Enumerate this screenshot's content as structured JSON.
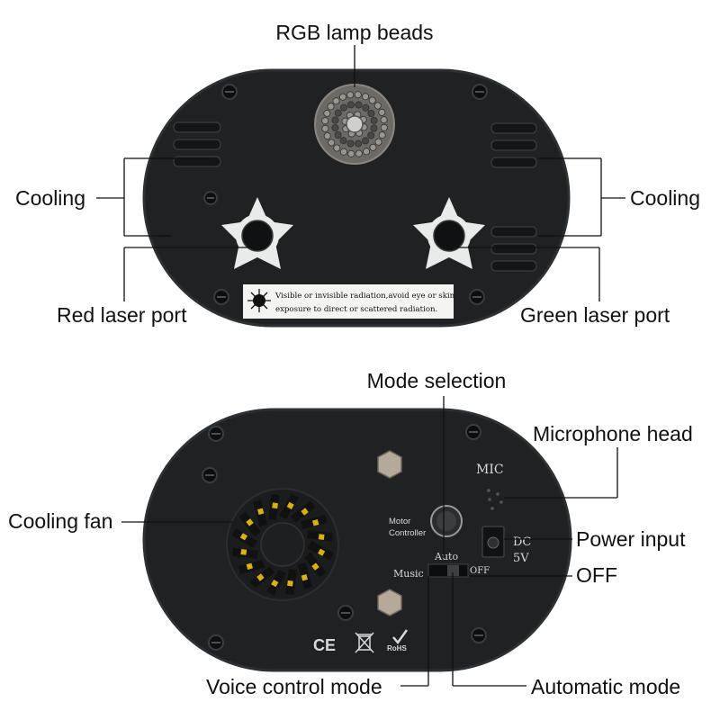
{
  "callouts": {
    "rgb_lamp_beads": "RGB lamp beads",
    "cooling_left": "Cooling",
    "cooling_right": "Cooling",
    "red_laser_port": "Red laser port",
    "green_laser_port": "Green laser port",
    "mode_selection": "Mode selection",
    "microphone_head": "Microphone head",
    "cooling_fan": "Cooling fan",
    "power_input": "Power input",
    "off": "OFF",
    "voice_control_mode": "Voice control mode",
    "automatic_mode": "Automatic mode"
  },
  "front_panel": {
    "warning_line1": "Visible or invisible radiation,avoid eye or skin",
    "warning_line2": "exposure to direct or scattered radiation."
  },
  "back_panel": {
    "motor_label_line1": "Motor",
    "motor_label_line2": "Controller",
    "mic_label": "MIC",
    "dc_label_line1": "DC",
    "dc_label_line2": "5V",
    "switch_auto": "Auto",
    "switch_music": "Music",
    "switch_off": "OFF",
    "cert_ce": "CE",
    "cert_rohs": "RoHS"
  },
  "colors": {
    "panel": "#1f2123",
    "background": "#ffffff",
    "fan_blade": "#e0b100",
    "laser_mount": "#e9eaea"
  },
  "icons": [
    "screw-icon",
    "laser-warning-icon",
    "ce-mark-icon",
    "weee-bin-icon",
    "rohs-check-icon"
  ]
}
